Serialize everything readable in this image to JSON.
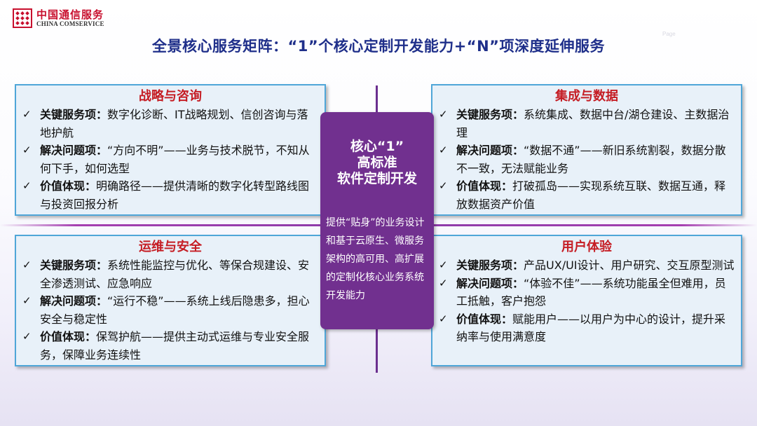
{
  "logo": {
    "cn": "中国通信服务",
    "en": "CHINA COMSERVICE"
  },
  "page_number": "Page",
  "title": "全景核心服务矩阵：“1”个核心定制开发能力+“N”项深度延伸服务",
  "center": {
    "head": [
      "核心“1”",
      "高标准",
      "软件定制开发"
    ],
    "body": "提供“贴身”的业务设计和基于云原生、微服务架构的高可用、高扩展的定制化核心业务系统开发能力"
  },
  "cards": [
    {
      "title": "战略与咨询",
      "items": [
        {
          "label": "关键服务项：",
          "text": "数字化诊断、IT战略规划、信创咨询与落地护航"
        },
        {
          "label": "解决问题项：",
          "text": "“方向不明”——业务与技术脱节，不知从何下手，如何选型"
        },
        {
          "label": "价值体现：",
          "text": "明确路径——提供清晰的数字化转型路线图与投资回报分析"
        }
      ]
    },
    {
      "title": "集成与数据",
      "items": [
        {
          "label": "关键服务项：",
          "text": "系统集成、数据中台/湖仓建设、主数据治理"
        },
        {
          "label": "解决问题项：",
          "text": "“数据不通”——新旧系统割裂，数据分散不一致，无法赋能业务"
        },
        {
          "label": "价值体现：",
          "text": "打破孤岛——实现系统互联、数据互通，释放数据资产价值"
        }
      ]
    },
    {
      "title": "运维与安全",
      "items": [
        {
          "label": "关键服务项：",
          "text": "系统性能监控与优化、等保合规建设、安全渗透测试、应急响应"
        },
        {
          "label": "解决问题项：",
          "text": "“运行不稳”——系统上线后隐患多，担心安全与稳定性"
        },
        {
          "label": "价值体现：",
          "text": "保驾护航——提供主动式运维与专业安全服务，保障业务连续性"
        }
      ]
    },
    {
      "title": "用户体验",
      "items": [
        {
          "label": "关键服务项：",
          "text": "产品UX/UI设计、用户研究、交互原型测试"
        },
        {
          "label": "解决问题项：",
          "text": "“体验不佳”——系统功能虽全但难用，员工抵触，客户抱怨"
        },
        {
          "label": "价值体现：",
          "text": "赋能用户——以用户为中心的设计，提升采纳率与使用满意度"
        }
      ]
    }
  ],
  "check_symbol": "✓",
  "colors": {
    "title": "#1f2f8a",
    "card_title": "#c51d24",
    "card_border": "#4fa6d8",
    "card_bg": "#e8f1f9",
    "center_bg": "#71308f",
    "divider": "#8a3aa8",
    "logo_red": "#c8102e"
  }
}
